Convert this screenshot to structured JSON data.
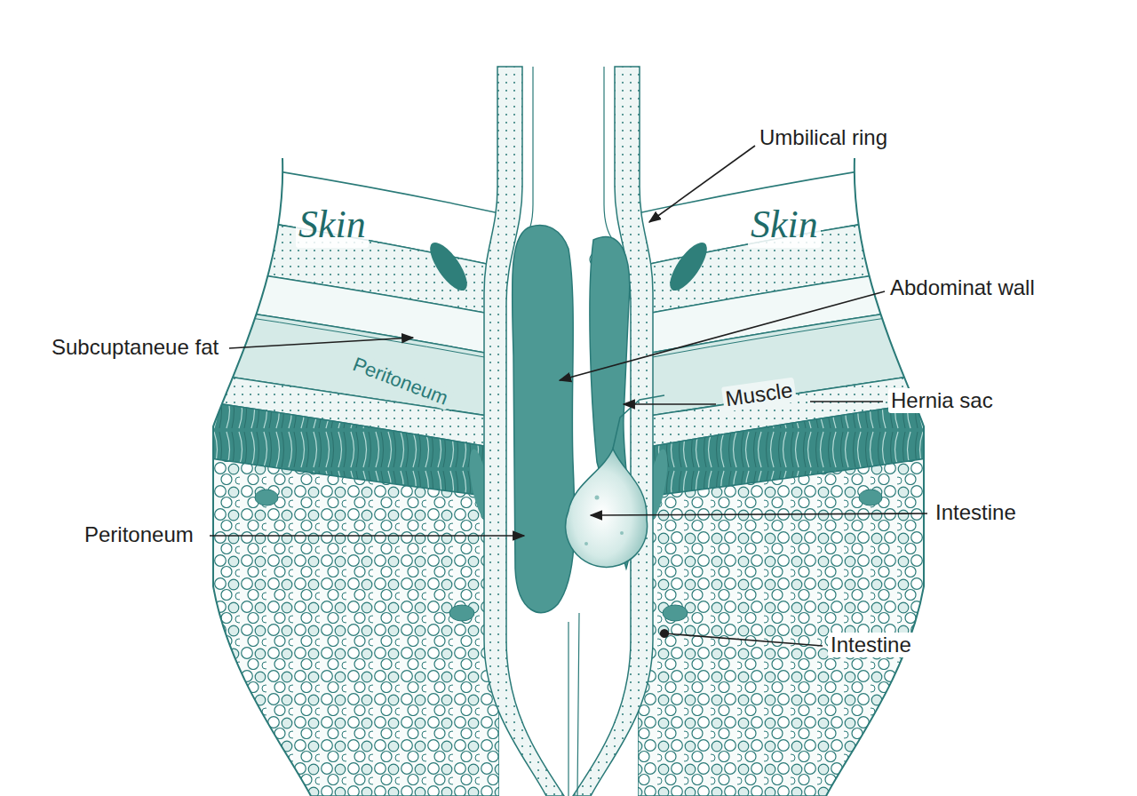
{
  "diagram": {
    "labels": [
      "Umbilical ring",
      "Skin",
      "Skin",
      "Abdominat wall",
      "Subcuptaneue fat",
      "Peritoneum",
      "Muscle",
      "Hernia sac",
      "Intestine",
      "Peritoneum",
      "Intestine"
    ]
  }
}
